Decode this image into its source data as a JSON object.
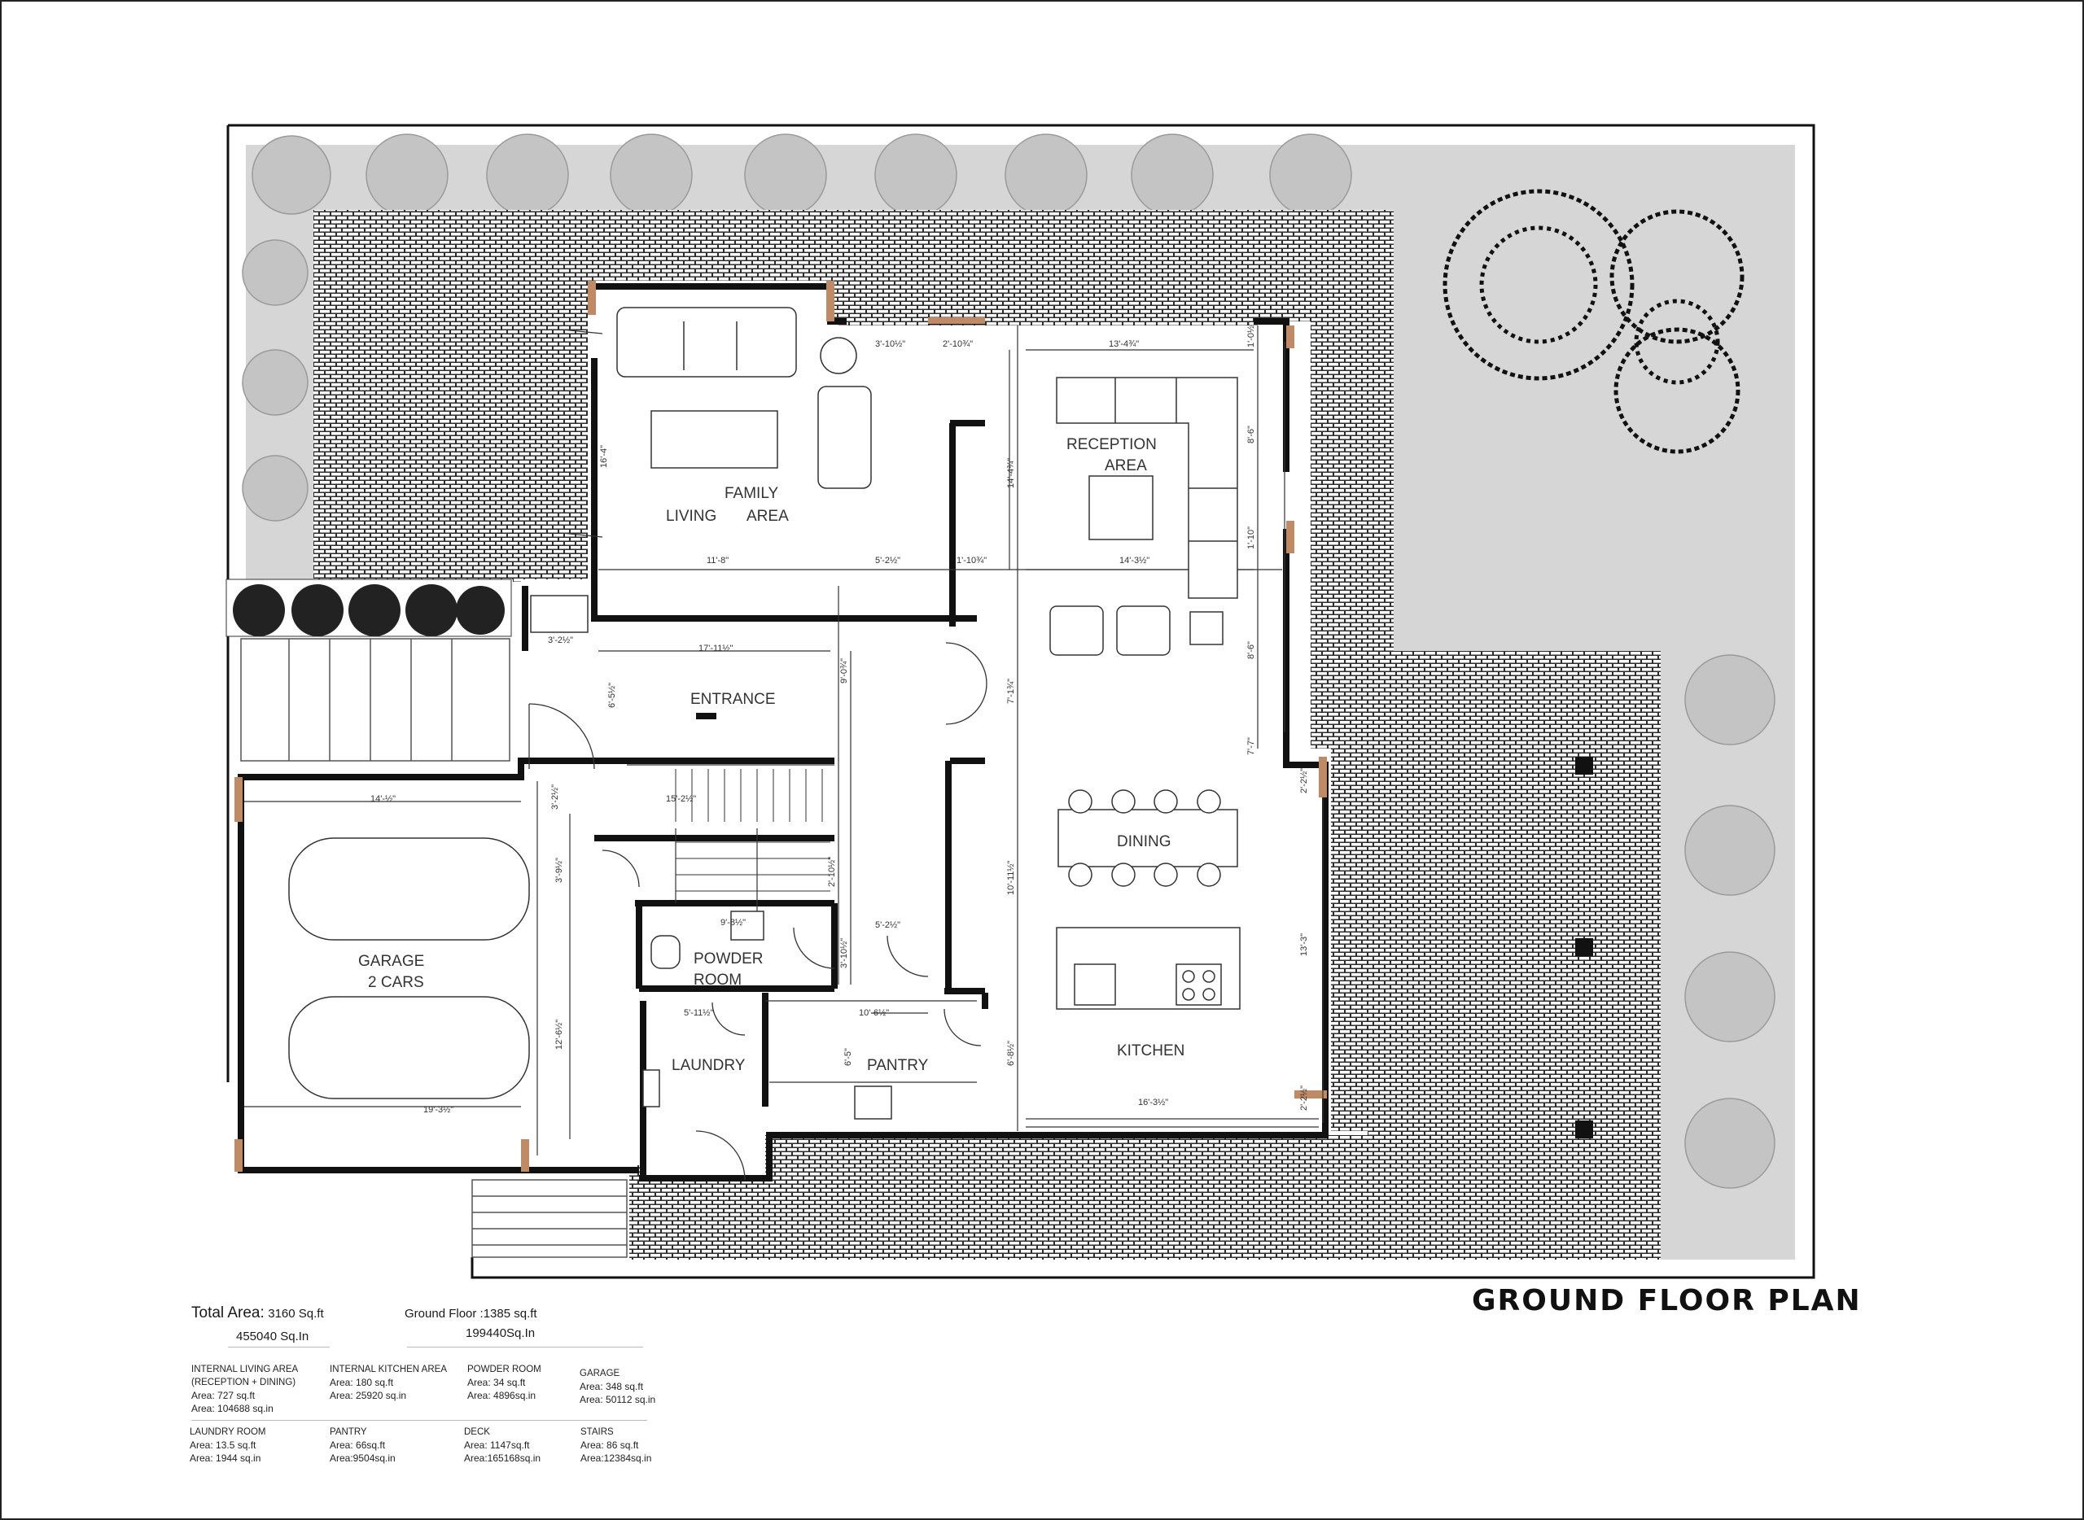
{
  "title": "GROUND FLOOR PLAN",
  "totals": {
    "total_area_label": "Total Area:",
    "total_area_sqft": "3160 Sq.ft",
    "total_area_sqin": "455040 Sq.In",
    "ground_floor_label": "Ground Floor :",
    "ground_floor_sqft": "1385 sq.ft",
    "ground_floor_sqin": "199440Sq.In"
  },
  "area_schedule": [
    {
      "name": "INTERNAL LIVING AREA",
      "sub": "(RECEPTION + DINING)",
      "sqft": "Area: 727 sq.ft",
      "sqin": "Area: 104688 sq.in"
    },
    {
      "name": "INTERNAL KITCHEN AREA",
      "sub": "",
      "sqft": "Area: 180 sq.ft",
      "sqin": "Area: 25920 sq.in"
    },
    {
      "name": "POWDER ROOM",
      "sub": "",
      "sqft": "Area: 34 sq.ft",
      "sqin": "Area: 4896sq.in"
    },
    {
      "name": "GARAGE",
      "sub": "",
      "sqft": "Area: 348 sq.ft",
      "sqin": "Area: 50112 sq.in"
    },
    {
      "name": "LAUNDRY ROOM",
      "sub": "",
      "sqft": "Area: 13.5 sq.ft",
      "sqin": "Area: 1944 sq.in"
    },
    {
      "name": "PANTRY",
      "sub": "",
      "sqft": "Area: 66sq.ft",
      "sqin": "Area:9504sq.in"
    },
    {
      "name": "DECK",
      "sub": "",
      "sqft": "Area: 1147sq.ft",
      "sqin": "Area:165168sq.in"
    },
    {
      "name": "STAIRS",
      "sub": "",
      "sqft": "Area: 86 sq.ft",
      "sqin": "Area:12384sq.in"
    }
  ],
  "rooms": {
    "family": "FAMILY",
    "living": "LIVING",
    "area": "AREA",
    "reception": "RECEPTION",
    "reception_area": "AREA",
    "entrance": "ENTRANCE",
    "dining": "DINING",
    "kitchen": "KITCHEN",
    "powder": "POWDER",
    "room": "ROOM",
    "pantry": "PANTRY",
    "laundry": "LAUNDRY",
    "garage": "GARAGE",
    "garage_cars": "2  CARS"
  },
  "dimensions": {
    "d1": "3'-10½\"",
    "d2": "2'-10¾\"",
    "d3": "13'-4¾\"",
    "d4": "16'-4\"",
    "d5": "14'-4¾\"",
    "d6": "8'-6\"",
    "d7": "1'-10\"",
    "d8": "11'-8\"",
    "d9": "5'-2½\"",
    "d10": "1'-10¾\"",
    "d11": "14'-3½\"",
    "d12": "17'-11½\"",
    "d13": "9'-0¾\"",
    "d14": "3'-2½\"",
    "d15": "6'-5½\"",
    "d16": "7'-1¾\"",
    "d17": "8'-6\"",
    "d18": "7'-7\"",
    "d19": "14'-½\"",
    "d20": "3'-2½\"",
    "d21": "15'-2½\"",
    "d22": "2'-2½\"",
    "d23": "3'-9½\"",
    "d24": "2'-10½\"",
    "d25": "10'-11½\"",
    "d26": "9'-8½\"",
    "d27": "5'-2½\"",
    "d28": "3'-10½\"",
    "d29": "5'-11½\"",
    "d30": "10'-6½\"",
    "d31": "6'-5\"",
    "d32": "6'-8½\"",
    "d33": "13'-3\"",
    "d34": "12'-6½\"",
    "d35": "19'-3½\"",
    "d36": "16'-3½\"",
    "d37": "2'-2½\"",
    "d38": "1'-0½\""
  },
  "colors": {
    "paving": "#3a3a3a",
    "lawn": "#d4d4d4",
    "wall": "#111111",
    "brick_wall": "#c08a64"
  }
}
